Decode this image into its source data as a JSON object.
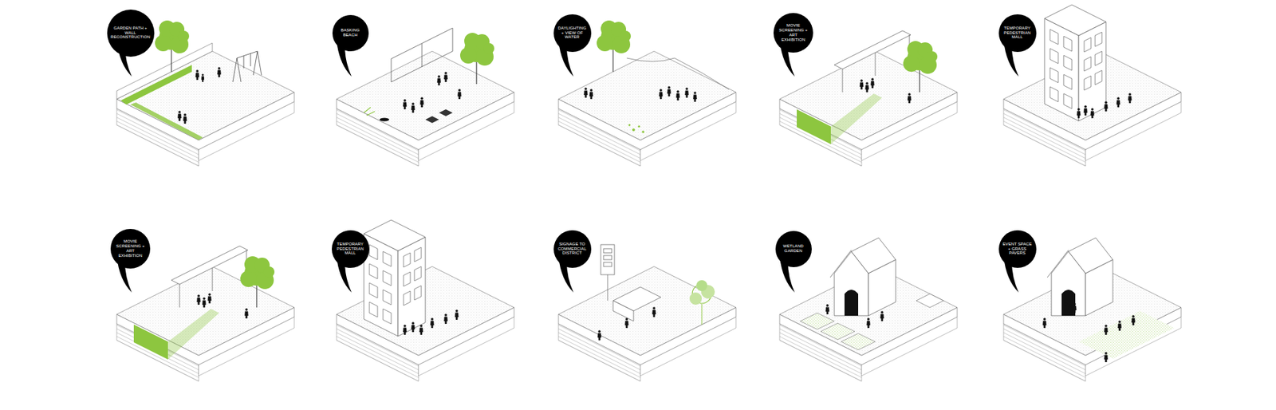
{
  "diagram": {
    "nodes": [
      {
        "text": [
          "GARDEN PATH + WALL RECONSTRUCTION"
        ]
      },
      {
        "text": [
          "BASKING BEACH"
        ]
      },
      {
        "text": [
          "DAYLIGHTING + VIEW OF WATER"
        ]
      },
      {
        "text": [
          "MOVIE SCREENING + ART EXHIBITION"
        ]
      },
      {
        "text": [
          "TEMPORARY PEDESTRIAN MALL"
        ]
      },
      {
        "text": [
          "MOVIE SCREENING + ART EXHIBITION"
        ]
      },
      {
        "text": [
          "TEMPORARY PEDESTRIAN MALL"
        ]
      },
      {
        "text": [
          "SIGNAGE TO COMMERCIAL DISTRICT"
        ]
      },
      {
        "text": [
          "WETLAND GARDEN"
        ]
      },
      {
        "text": [
          "EVENT SPACE + GRASS PAVERS"
        ]
      }
    ]
  }
}
